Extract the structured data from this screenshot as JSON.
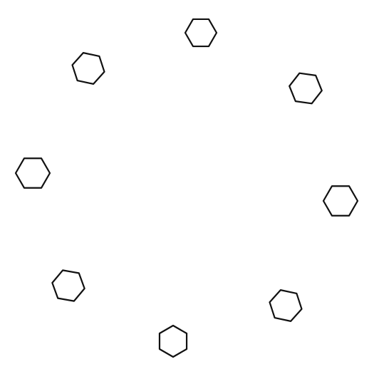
{
  "canvas": {
    "background": "#ffffff",
    "stroke_color": "#111111"
  },
  "shapes": [
    {
      "type": "hexagon",
      "icon": "hexagon-icon"
    },
    {
      "type": "hexagon",
      "icon": "hexagon-icon"
    },
    {
      "type": "hexagon",
      "icon": "hexagon-icon"
    },
    {
      "type": "hexagon",
      "icon": "hexagon-icon"
    },
    {
      "type": "hexagon",
      "icon": "hexagon-icon"
    },
    {
      "type": "hexagon",
      "icon": "hexagon-icon"
    },
    {
      "type": "hexagon",
      "icon": "hexagon-icon"
    },
    {
      "type": "hexagon",
      "icon": "hexagon-icon"
    }
  ]
}
